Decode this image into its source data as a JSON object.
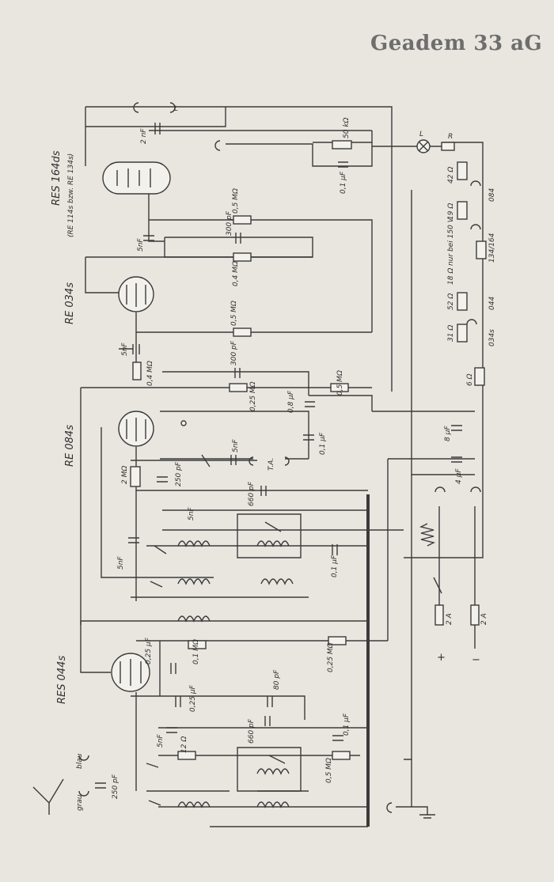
{
  "title": "Geadem 33 aG",
  "tubes": {
    "output": "RES 164ds",
    "output_alt": "(RE 114s bzw. RE 134s)",
    "driver": "RE 034s",
    "detector": "RE 084s",
    "hf": "RES 044s"
  },
  "labels": {
    "coil_l": "L",
    "lamp_l": "L",
    "lamp_r": "R",
    "c_2nf": "2 nF",
    "r_50k": "50 kΩ",
    "c_01uf_top": "0,1 µF",
    "c_5nf_a": "5nF",
    "r_05m_a": "0,5 MΩ",
    "c_300pf_a": "300 pF",
    "r_04m_a": "0,4 MΩ",
    "c_5nf_b": "5nF",
    "r_04m_b": "0,4 MΩ",
    "r_05m_b": "0,5 MΩ",
    "c_300pf_b": "300 pF",
    "r_025m_a": "0,25 MΩ",
    "c_08uf": "0,8 µF",
    "r_05m_c": "0,5 MΩ",
    "c_01uf_b": "0,1 µF",
    "c_5nf_c": "5nF",
    "ta": "T.A.",
    "r_2m": "2 MΩ",
    "c_250pf_a": "250 pF",
    "c_5nf_d": "5nF",
    "c_660pf_a": "660 pF",
    "c_5nf_e": "5nF",
    "c_01uf_c": "0,1 µF",
    "c_025uf_a": "0,25 µF",
    "r_01m": "0,1 MΩ",
    "r_025m_b": "0,25 MΩ",
    "c_025uf_b": "0,25 µF",
    "c_80pf": "80 pF",
    "c_5nf_f": "5nF",
    "r_12": "12 Ω",
    "c_660pf_b": "660 pF",
    "c_01uf_d": "0,1 µF",
    "r_05m_d": "0,5 MΩ",
    "blau": "blau",
    "grau": "grau",
    "c_250pf_b": "250 pF",
    "r_42": "42 Ω",
    "tube_084": "084",
    "r_19": "19 Ω",
    "r_134_164": "134/164",
    "r_18": "18 Ω nur bei 150 V",
    "r_52": "52 Ω",
    "tube_044": "044",
    "r_31": "31 Ω",
    "tube_034": "034s",
    "r_6": "6 Ω",
    "c_8uf": "8 µF",
    "c_4uf": "4 µF",
    "f_2a_a": "2 A",
    "f_2a_b": "2 A",
    "plus": "+",
    "minus": "−"
  }
}
